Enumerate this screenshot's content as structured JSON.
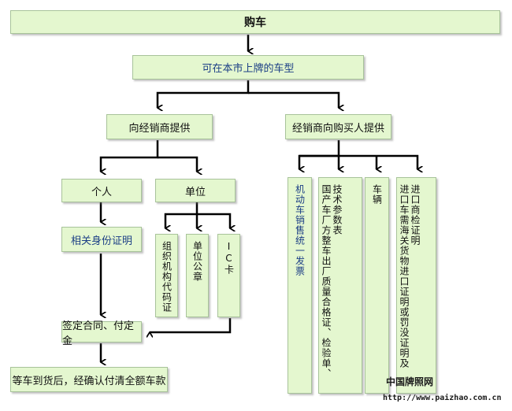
{
  "title": "购车",
  "model": "可在本市上牌的车型",
  "left_branch": {
    "header": "向经销商提供",
    "personal": "个人",
    "unit": "单位",
    "id_proof": "相关身份证明",
    "unit_docs": [
      "组织机构代码证",
      "单位公章",
      "IC卡"
    ]
  },
  "right_branch": {
    "header": "经销商向购买人提供",
    "docs": [
      "机动车销售统一发票",
      "技术参数表",
      "国产车厂方整车出厂质量合格证、检验单、",
      "车辆",
      "进口商检证明",
      "进口车需海关货物进口证明或罚没证明及"
    ]
  },
  "contract": "签定合同、付定金",
  "final": "等车到货后，经确认付清全额车款",
  "watermark": {
    "name": "中国牌照网",
    "url": "http://www.paizhao.com.cn"
  }
}
